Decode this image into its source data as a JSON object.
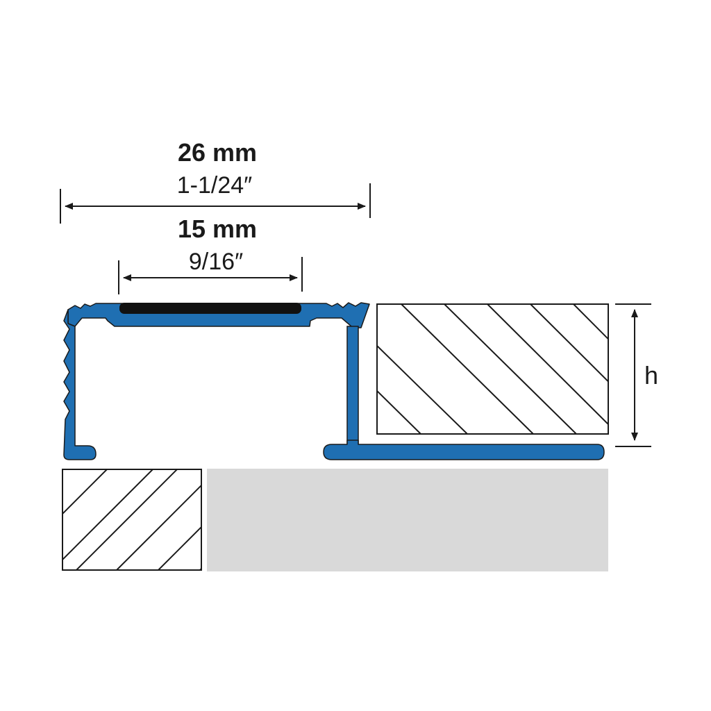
{
  "dimensions": {
    "overall_width": {
      "metric": "26 mm",
      "imperial": "1-1/24″"
    },
    "insert_width": {
      "metric": "15 mm",
      "imperial": "9/16″"
    },
    "height": {
      "label": "h"
    }
  },
  "colors": {
    "profile": "#1f6fb2",
    "insert": "#111111",
    "substrate": "#d9d9d9",
    "line": "#1a1a1a",
    "background": "#ffffff"
  }
}
